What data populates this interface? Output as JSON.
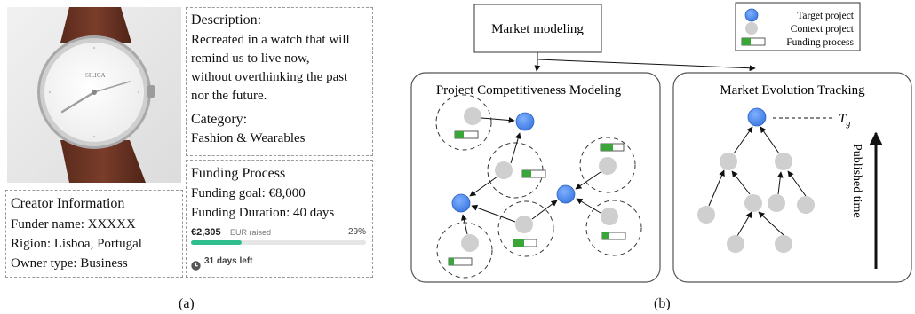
{
  "panel_a": {
    "product": {
      "brand_text": "SILICA"
    },
    "description": {
      "heading": "Description:",
      "lines": [
        "Recreated in a watch that will",
        "remind us to live now,",
        "without overthinking the past",
        "nor the future."
      ],
      "category_heading": "Category:",
      "category_value": "Fashion & Wearables"
    },
    "creator": {
      "title": "Creator Information",
      "funder_name": "Funder name: XXXXX",
      "region": "Rigion: Lisboa, Portugal",
      "owner_type": "Owner type: Business"
    },
    "funding": {
      "title": "Funding Process",
      "goal": "Funding goal: €8,000",
      "duration": "Funding Duration: 40 days",
      "raised_amount": "€2,305",
      "raised_label": "EUR raised",
      "percent_text": "29%",
      "progress": 0.29,
      "days_left": "31 days left",
      "bar_color": "#2fbf8f"
    },
    "caption": "(a)"
  },
  "panel_b": {
    "top_box_label": "Market modeling",
    "legend": {
      "target": "Target project",
      "context": "Context project",
      "funding": "Funding process",
      "target_color": "#4a86e8",
      "context_color": "#cfcfcf",
      "funding_color": "#3aa63a"
    },
    "left_panel_title": "Project Competitiveness Modeling",
    "right_panel_title": "Market Evolution Tracking",
    "tg_label_base": "T",
    "tg_label_sub": "g",
    "published_time_label": "Published time",
    "caption": "(b)"
  }
}
